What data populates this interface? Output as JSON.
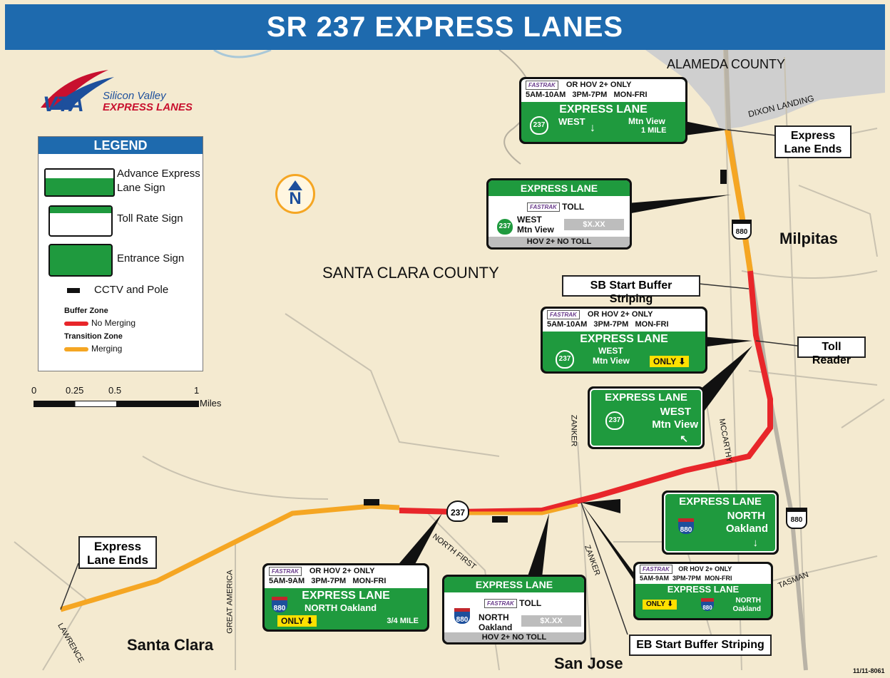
{
  "title": "SR 237 EXPRESS LANES",
  "brand": {
    "text1": "Silicon Valley",
    "text2": "EXPRESS LANES",
    "mark": "VTA"
  },
  "legend": {
    "title": "LEGEND",
    "advance_sign_label": "Advance Express Lane Sign",
    "toll_rate_label": "Toll Rate Sign",
    "entrance_label": "Entrance Sign",
    "cctv_label": "CCTV and Pole",
    "buffer_zone_label": "Buffer Zone",
    "no_merging_label": "No Merging",
    "transition_zone_label": "Transition Zone",
    "merging_label": "Merging",
    "buffer_color": "#e8262a",
    "transition_color": "#f5a623"
  },
  "scale": {
    "ticks": [
      "0",
      "0.25",
      "0.5",
      "1"
    ],
    "unit": "Miles"
  },
  "north_label": "N",
  "places": {
    "alameda": "ALAMEDA COUNTY",
    "santa_clara_county": "SANTA CLARA COUNTY",
    "milpitas": "Milpitas",
    "santa_clara": "Santa Clara",
    "san_jose": "San Jose",
    "dixon_landing": "DIXON LANDING",
    "zanker1": "ZANKER",
    "zanker2": "ZANKER",
    "mccarthy": "MCCARTHY",
    "north_first": "NORTH FIRST",
    "great_america": "GREAT AMERICA",
    "lawrence": "LAWRENCE",
    "tasman": "TASMAN"
  },
  "shields": {
    "i880_a": "880",
    "i880_b": "880",
    "sr237": "237"
  },
  "callouts": {
    "ends_top": "Express Lane Ends",
    "ends_left": "Express Lane Ends",
    "sb_start": "SB Start Buffer Striping",
    "toll_reader": "Toll Reader",
    "eb_start": "EB Start Buffer Striping"
  },
  "signs": {
    "fastrak": "FASTRAK",
    "hov2_only": "OR HOV 2+ ONLY",
    "hours_a": "5AM-10AM",
    "hours_b": "3PM-7PM",
    "days": "MON-FRI",
    "hours_am9": "5AM-9AM",
    "express_lane": "EXPRESS LANE",
    "west": "WEST",
    "mtn_view": "Mtn View",
    "one_mile": "1 MILE",
    "toll": "TOLL",
    "toll_price": "$X.XX",
    "hov_no_toll": "HOV 2+ NO TOLL",
    "only": "ONLY",
    "north": "NORTH",
    "oakland": "Oakland",
    "north_oakland": "NORTH  Oakland",
    "three_quarter_mile": "3/4 MILE",
    "shield237": "237",
    "shield880": "880"
  },
  "doc_id": "11/11-8061"
}
